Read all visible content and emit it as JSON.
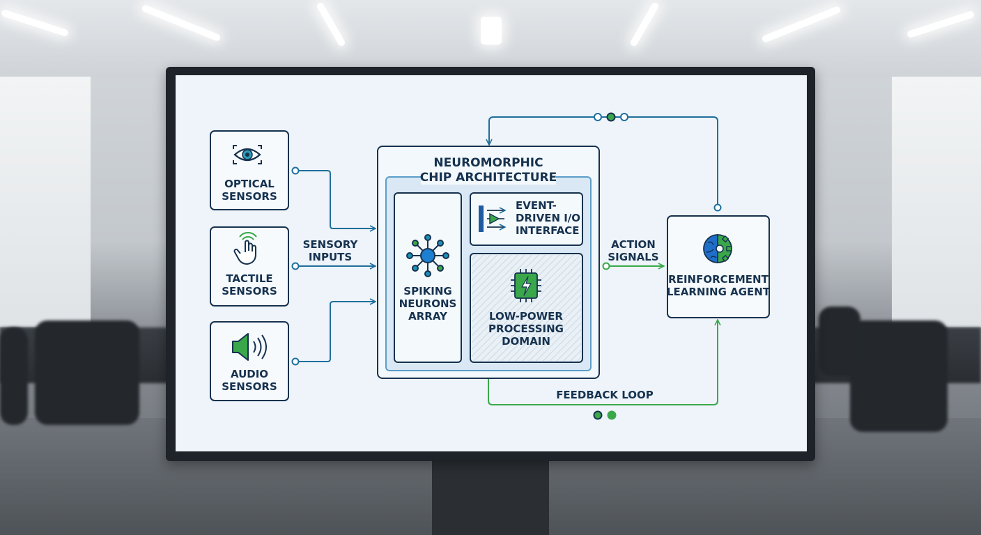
{
  "sensors": {
    "optical": [
      "OPTICAL",
      "SENSORS"
    ],
    "tactile": [
      "TACTILE",
      "SENSORS"
    ],
    "audio": [
      "AUDIO",
      "SENSORS"
    ]
  },
  "sensory_inputs": [
    "SENSORY",
    "INPUTS"
  ],
  "chip": {
    "title": [
      "NEUROMORPHIC",
      "CHIP ARCHITECTURE"
    ],
    "spiking": [
      "SPIKING",
      "NEURONS",
      "ARRAY"
    ],
    "io": [
      "EVENT-",
      "DRIVEN I/O",
      "INTERFACE"
    ],
    "lowpower": [
      "LOW-POWER",
      "PROCESSING",
      "DOMAIN"
    ]
  },
  "action_signals": [
    "ACTION",
    "SIGNALS"
  ],
  "agent": [
    "REINFORCEMENT",
    "LEARNING AGENT"
  ],
  "feedback": "FEEDBACK LOOP",
  "colors": {
    "blue": "#1f6e9c",
    "green": "#3aa84a",
    "navy": "#16324f",
    "panel": "#d9e8f4"
  },
  "icons": [
    "eye-icon",
    "hand-icon",
    "speaker-icon",
    "neuron-network-icon",
    "io-arrow-icon",
    "chip-lightning-icon",
    "gear-brain-icon"
  ]
}
